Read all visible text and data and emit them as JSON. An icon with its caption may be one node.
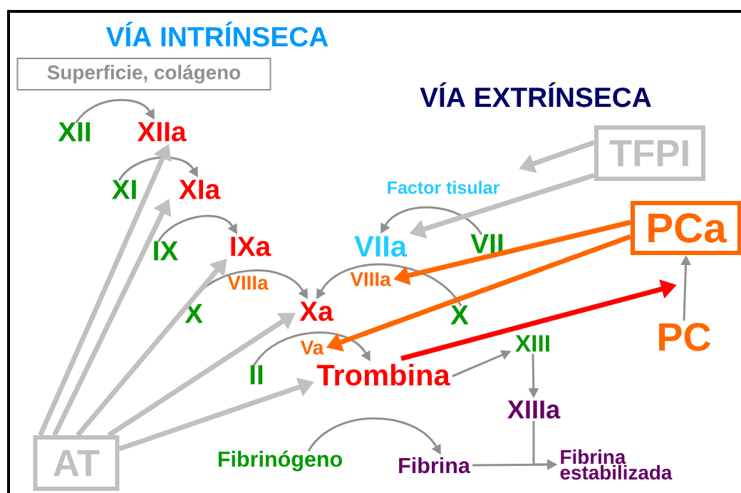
{
  "diagram": {
    "nodes": [
      {
        "text": [
          "Superficie, colágeno"
        ]
      },
      {
        "text": [
          "XII"
        ]
      },
      {
        "text": [
          "XIIa"
        ]
      },
      {
        "text": [
          "XI"
        ]
      },
      {
        "text": [
          "XIa"
        ]
      },
      {
        "text": [
          "IX"
        ]
      },
      {
        "text": [
          "IXa"
        ]
      },
      {
        "text": [
          "VIIIa"
        ]
      },
      {
        "text": [
          "X"
        ]
      },
      {
        "text": [
          "Xa"
        ]
      },
      {
        "text": [
          "Factor tisular"
        ]
      },
      {
        "text": [
          "VIIa"
        ]
      },
      {
        "text": [
          "VII"
        ]
      },
      {
        "text": [
          "VIIIa"
        ]
      },
      {
        "text": [
          "X"
        ]
      },
      {
        "text": [
          "TFPI"
        ]
      },
      {
        "text": [
          "PCa"
        ]
      },
      {
        "text": [
          "PC"
        ]
      },
      {
        "text": [
          "Va"
        ]
      },
      {
        "text": [
          "II"
        ]
      },
      {
        "text": [
          "Trombina"
        ]
      },
      {
        "text": [
          "XIII"
        ]
      },
      {
        "text": [
          "XIIIa"
        ]
      },
      {
        "text": [
          "Fibrinógeno"
        ]
      },
      {
        "text": [
          "Fibrina"
        ]
      },
      {
        "text": [
          "Fibrina estabilizada"
        ]
      },
      {
        "text": [
          "AT"
        ]
      }
    ],
    "edges": [
      {
        "from": 1,
        "to": 2,
        "arrow": "to"
      },
      {
        "from": 3,
        "to": 4,
        "arrow": "to"
      },
      {
        "from": 5,
        "to": 6,
        "arrow": "to"
      },
      {
        "from": 8,
        "to": 9,
        "arrow": "to"
      },
      {
        "from": 12,
        "to": 11,
        "arrow": "to"
      },
      {
        "from": 14,
        "to": 9,
        "arrow": "to"
      },
      {
        "from": 19,
        "to": 20,
        "arrow": "to"
      },
      {
        "from": 23,
        "to": 24,
        "arrow": "to"
      },
      {
        "from": 20,
        "to": 21,
        "arrow": "to"
      },
      {
        "from": 21,
        "to": 22,
        "arrow": "to"
      },
      {
        "from": 22,
        "to": 25,
        "arrow": "to"
      },
      {
        "from": 24,
        "to": 25,
        "arrow": "to"
      },
      {
        "from": 17,
        "to": 16,
        "arrow": "to"
      },
      {
        "from": 26,
        "to": 2,
        "arrow": "to",
        "style": "thick",
        "color": "#c0c0c0"
      },
      {
        "from": 26,
        "to": 4,
        "arrow": "to",
        "style": "thick",
        "color": "#c0c0c0"
      },
      {
        "from": 26,
        "to": 6,
        "arrow": "to",
        "style": "thick",
        "color": "#c0c0c0"
      },
      {
        "from": 26,
        "to": 9,
        "arrow": "to",
        "style": "thick",
        "color": "#c0c0c0"
      },
      {
        "from": 26,
        "to": 20,
        "arrow": "to",
        "style": "thick",
        "color": "#c0c0c0"
      },
      {
        "from": 15,
        "to": null,
        "arrow": "to",
        "style": "thick",
        "color": "#c0c0c0"
      },
      {
        "from": 15,
        "to": 11,
        "arrow": "to",
        "style": "thick",
        "color": "#c0c0c0"
      },
      {
        "from": 16,
        "to": 13,
        "arrow": "to",
        "style": "thick",
        "color": "#ff6600"
      },
      {
        "from": 16,
        "to": 18,
        "arrow": "to",
        "style": "thick",
        "color": "#ff6600"
      },
      {
        "from": 20,
        "to": null,
        "arrow": "to",
        "style": "thick",
        "color": "#ff0000"
      }
    ],
    "labels": [
      "VÍA INTRÍNSECA",
      "VÍA EXTRÍNSECA"
    ]
  }
}
